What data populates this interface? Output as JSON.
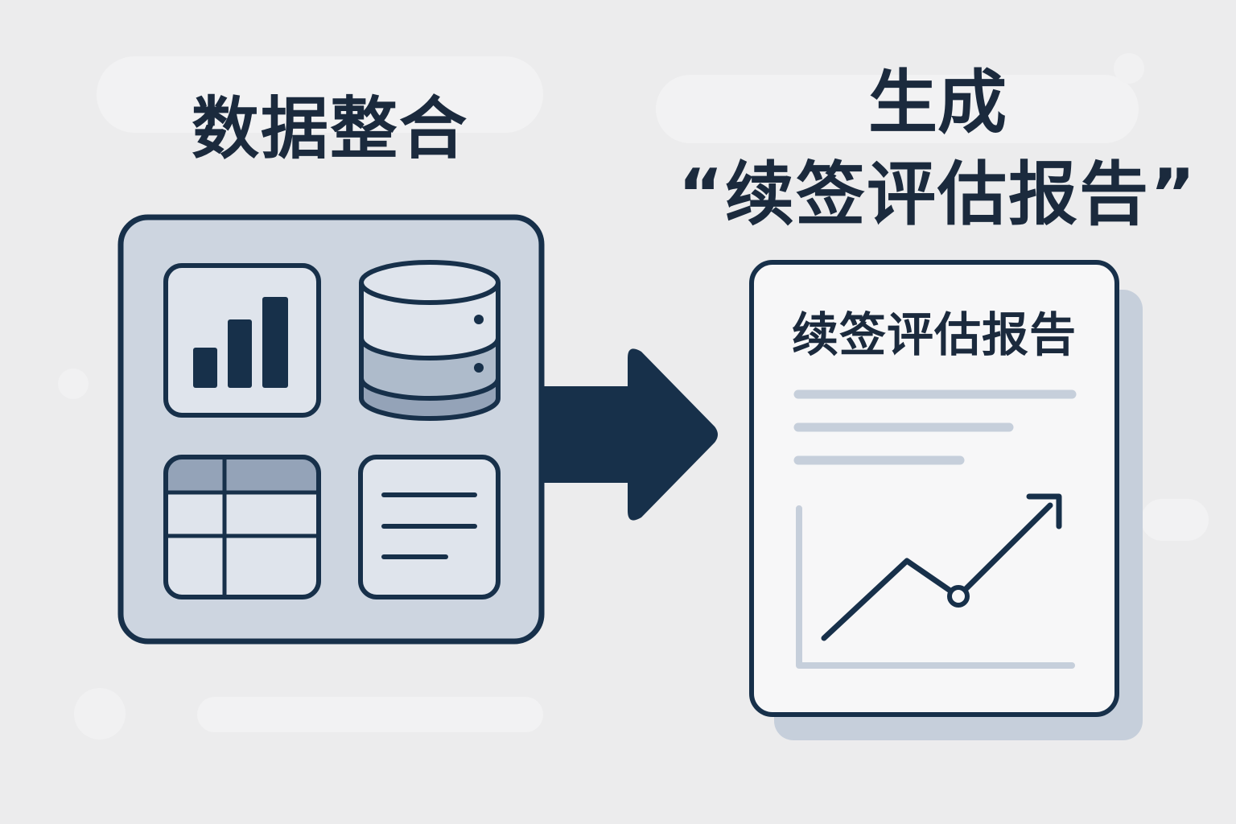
{
  "left_title": "数据整合",
  "right_title": {
    "line1": "生成",
    "line2": "“续签评估报告”"
  },
  "report": {
    "title": "续签评估报告"
  },
  "icons": {
    "sources": [
      "bar-chart-icon",
      "database-icon",
      "table-icon",
      "document-icon"
    ],
    "arrow": "right-arrow-icon",
    "trend": "trend-up-arrow-icon"
  },
  "colors": {
    "background": "#ececed",
    "ink": "#17304a",
    "panel": "#cdd5e0",
    "tile": "#dfe4ec",
    "accent": "#94a3b8",
    "paper": "#f7f7f8",
    "shadow": "#c6cfdb"
  }
}
